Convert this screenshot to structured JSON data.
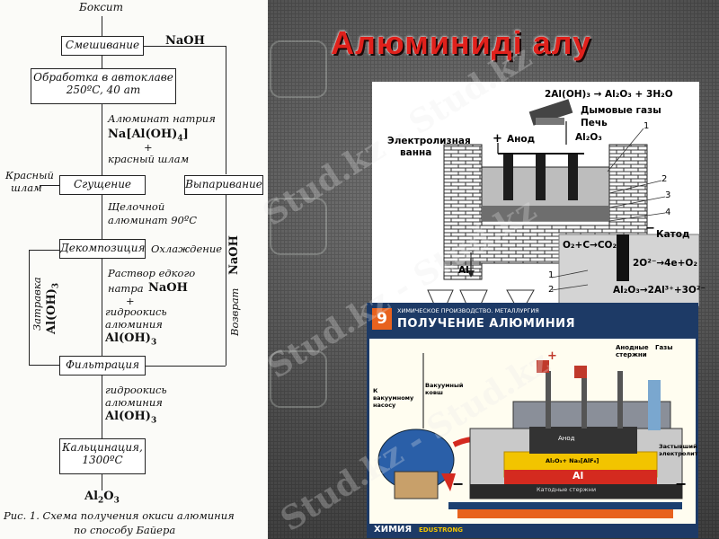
{
  "slide": {
    "title": "Алюминиді алу"
  },
  "flowchart": {
    "top_label": "Боксит",
    "steps": [
      {
        "label": "Смешивание"
      },
      {
        "label": "Обработка в автоклаве",
        "detail": "250ºC, 40 ат"
      },
      {
        "label": "Сгущение"
      },
      {
        "label": "Декомпозиция"
      },
      {
        "label": "Фильтрация"
      },
      {
        "label": "Кальцинация,",
        "detail": "1300ºC"
      }
    ],
    "side_boxes": {
      "evaporation": "Выпаривание"
    },
    "labels": {
      "naoh_top": "NaOH",
      "aluminate": "Алюминат натрия",
      "aluminate_formula_main": "Na[Al(OH)",
      "aluminate_formula_sub": "4",
      "aluminate_formula_end": "]",
      "plus1": "+",
      "red_mud_text": "красный шлам",
      "red_mud_out1": "Красный",
      "red_mud_out2": "шлам",
      "alkaline1": "Щелочной",
      "alkaline2": "алюминат 90ºC",
      "cooling": "Охлаждение",
      "solution1": "Раствор едкого",
      "solution2": "натра",
      "naoh_mid": "NaOH",
      "plus2": "+",
      "hydroxide1": "гидроокись",
      "hydroxide2": "алюминия",
      "aloh_main": "Al(OH)",
      "aloh_sub": "3",
      "seed": "Затравка",
      "seed_formula_main": "Al(OH)",
      "seed_formula_sub": "3",
      "return": "Возврат",
      "return_formula": "NaOH",
      "hydroxide3": "гидроокись",
      "hydroxide4": "алюминия",
      "aloh2_main": "Al(OH)",
      "aloh2_sub": "3",
      "product_main": "Al",
      "product_sub1": "2",
      "product_mid": "O",
      "product_sub2": "3"
    },
    "caption_line1": "Рис. 1. Схема получения окиси алюминия",
    "caption_line2": "по способу Байера"
  },
  "figure1": {
    "equation_top": "2Al(OH)₃ → Al₂O₃ + 3H₂O",
    "gases": "Дымовые газы",
    "furnace": "Печь",
    "electrolysis1": "Электролизная",
    "electrolysis2": "ванна",
    "anode": "Анод",
    "alumina": "Al₂O₃",
    "plus": "+",
    "minus": "−",
    "cathode": "Катод",
    "num1": "1",
    "num2": "2",
    "num3": "3",
    "num4": "4",
    "al_label": "Al",
    "anode_reaction": "O₂+C→CO₂",
    "anode_eq": "2O²⁻→4e+O₂",
    "cathode_eq": "Al₂O₃→2Al³⁺+3O²⁻",
    "side1": "1",
    "side2": "2"
  },
  "figure2": {
    "number": "9",
    "header_small": "ХИМИЧЕСКОЕ ПРОИЗВОДСТВО. МЕТАЛЛУРГИЯ",
    "header_title": "ПОЛУЧЕНИЕ АЛЮМИНИЯ",
    "anode_rods": "Анодные стержни",
    "gases": "Газы",
    "vacuum_pump": "К вакуумному насосу",
    "vacuum_ladle": "Вакуумный ковш",
    "anode": "Анод",
    "electrolyte_formula": "Al₂O₃+ Na₃[AlF₆]",
    "solid_electrolyte": "Застывший электролит",
    "al": "Al",
    "cathode_rods": "Катодные стержни",
    "plus": "+",
    "minus": "−",
    "footer_brand": "ХИМИЯ",
    "footer_publisher": "EDUSTRONG"
  },
  "watermark": {
    "text": "Stud.kz - Stud.kz"
  },
  "colors": {
    "title": "#e0211c",
    "poster_header": "#1d3a66",
    "electrolyte": "#f2c400",
    "aluminium": "#d42a1f"
  }
}
